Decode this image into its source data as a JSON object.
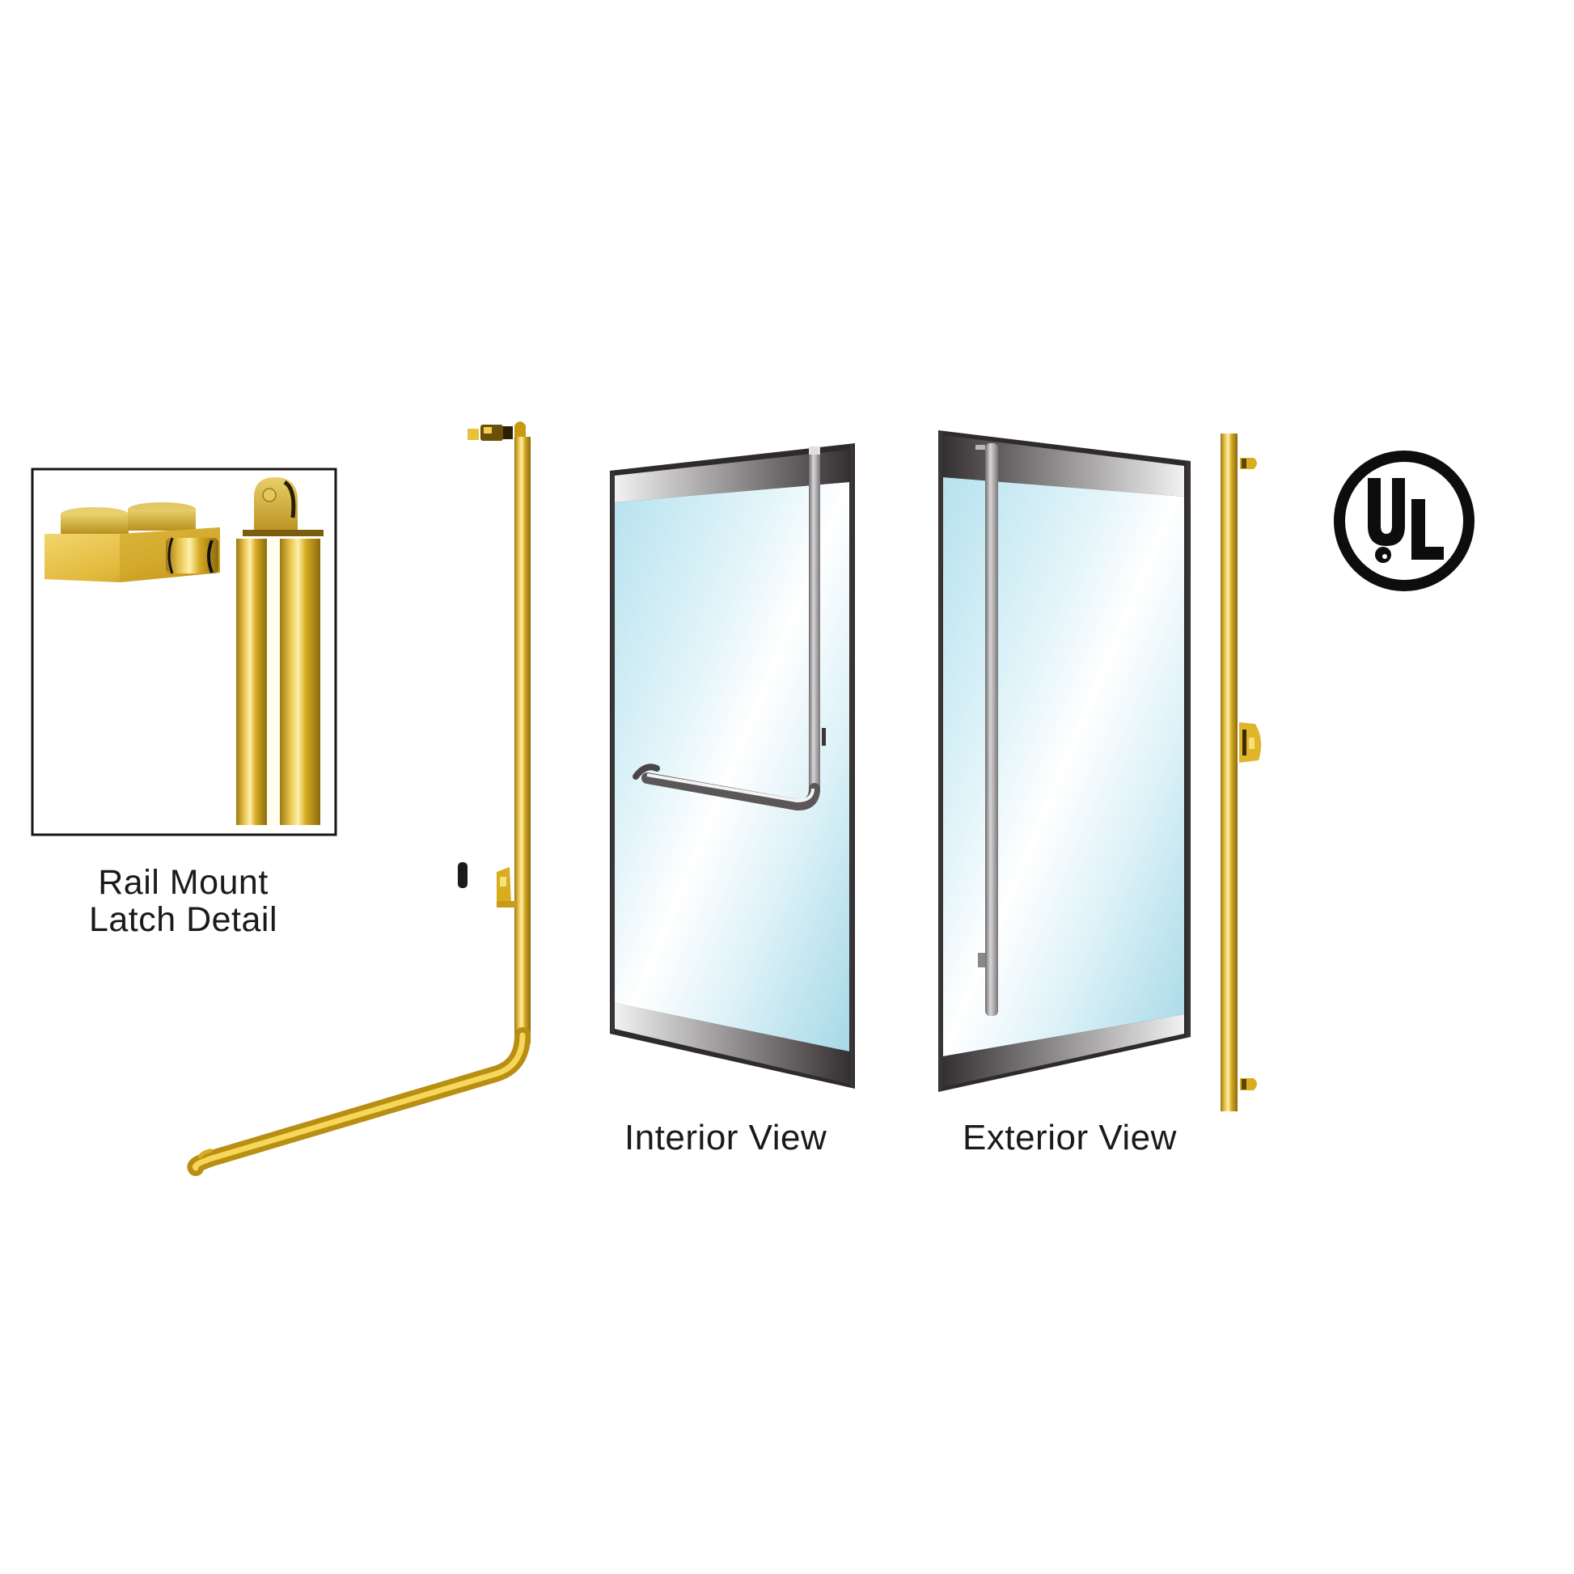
{
  "detail": {
    "caption_line1": "Rail Mount",
    "caption_line2": "Latch Detail",
    "frame_color": "#1a1414"
  },
  "views": [
    {
      "id": "interior",
      "label": "Interior View"
    },
    {
      "id": "exterior",
      "label": "Exterior View"
    }
  ],
  "certification": {
    "mark": "UL",
    "icon": "ul-listed-icon"
  },
  "colors": {
    "brass_light": "#f3d36a",
    "brass_mid": "#d6a91e",
    "brass_dark": "#8a6a10",
    "glass_light": "#f4fbfe",
    "glass_blue": "#a9dbe8",
    "rail_dark": "#3a3536",
    "rail_light": "#e9e9e9",
    "steel": "#9a9899",
    "ink": "#111111"
  }
}
